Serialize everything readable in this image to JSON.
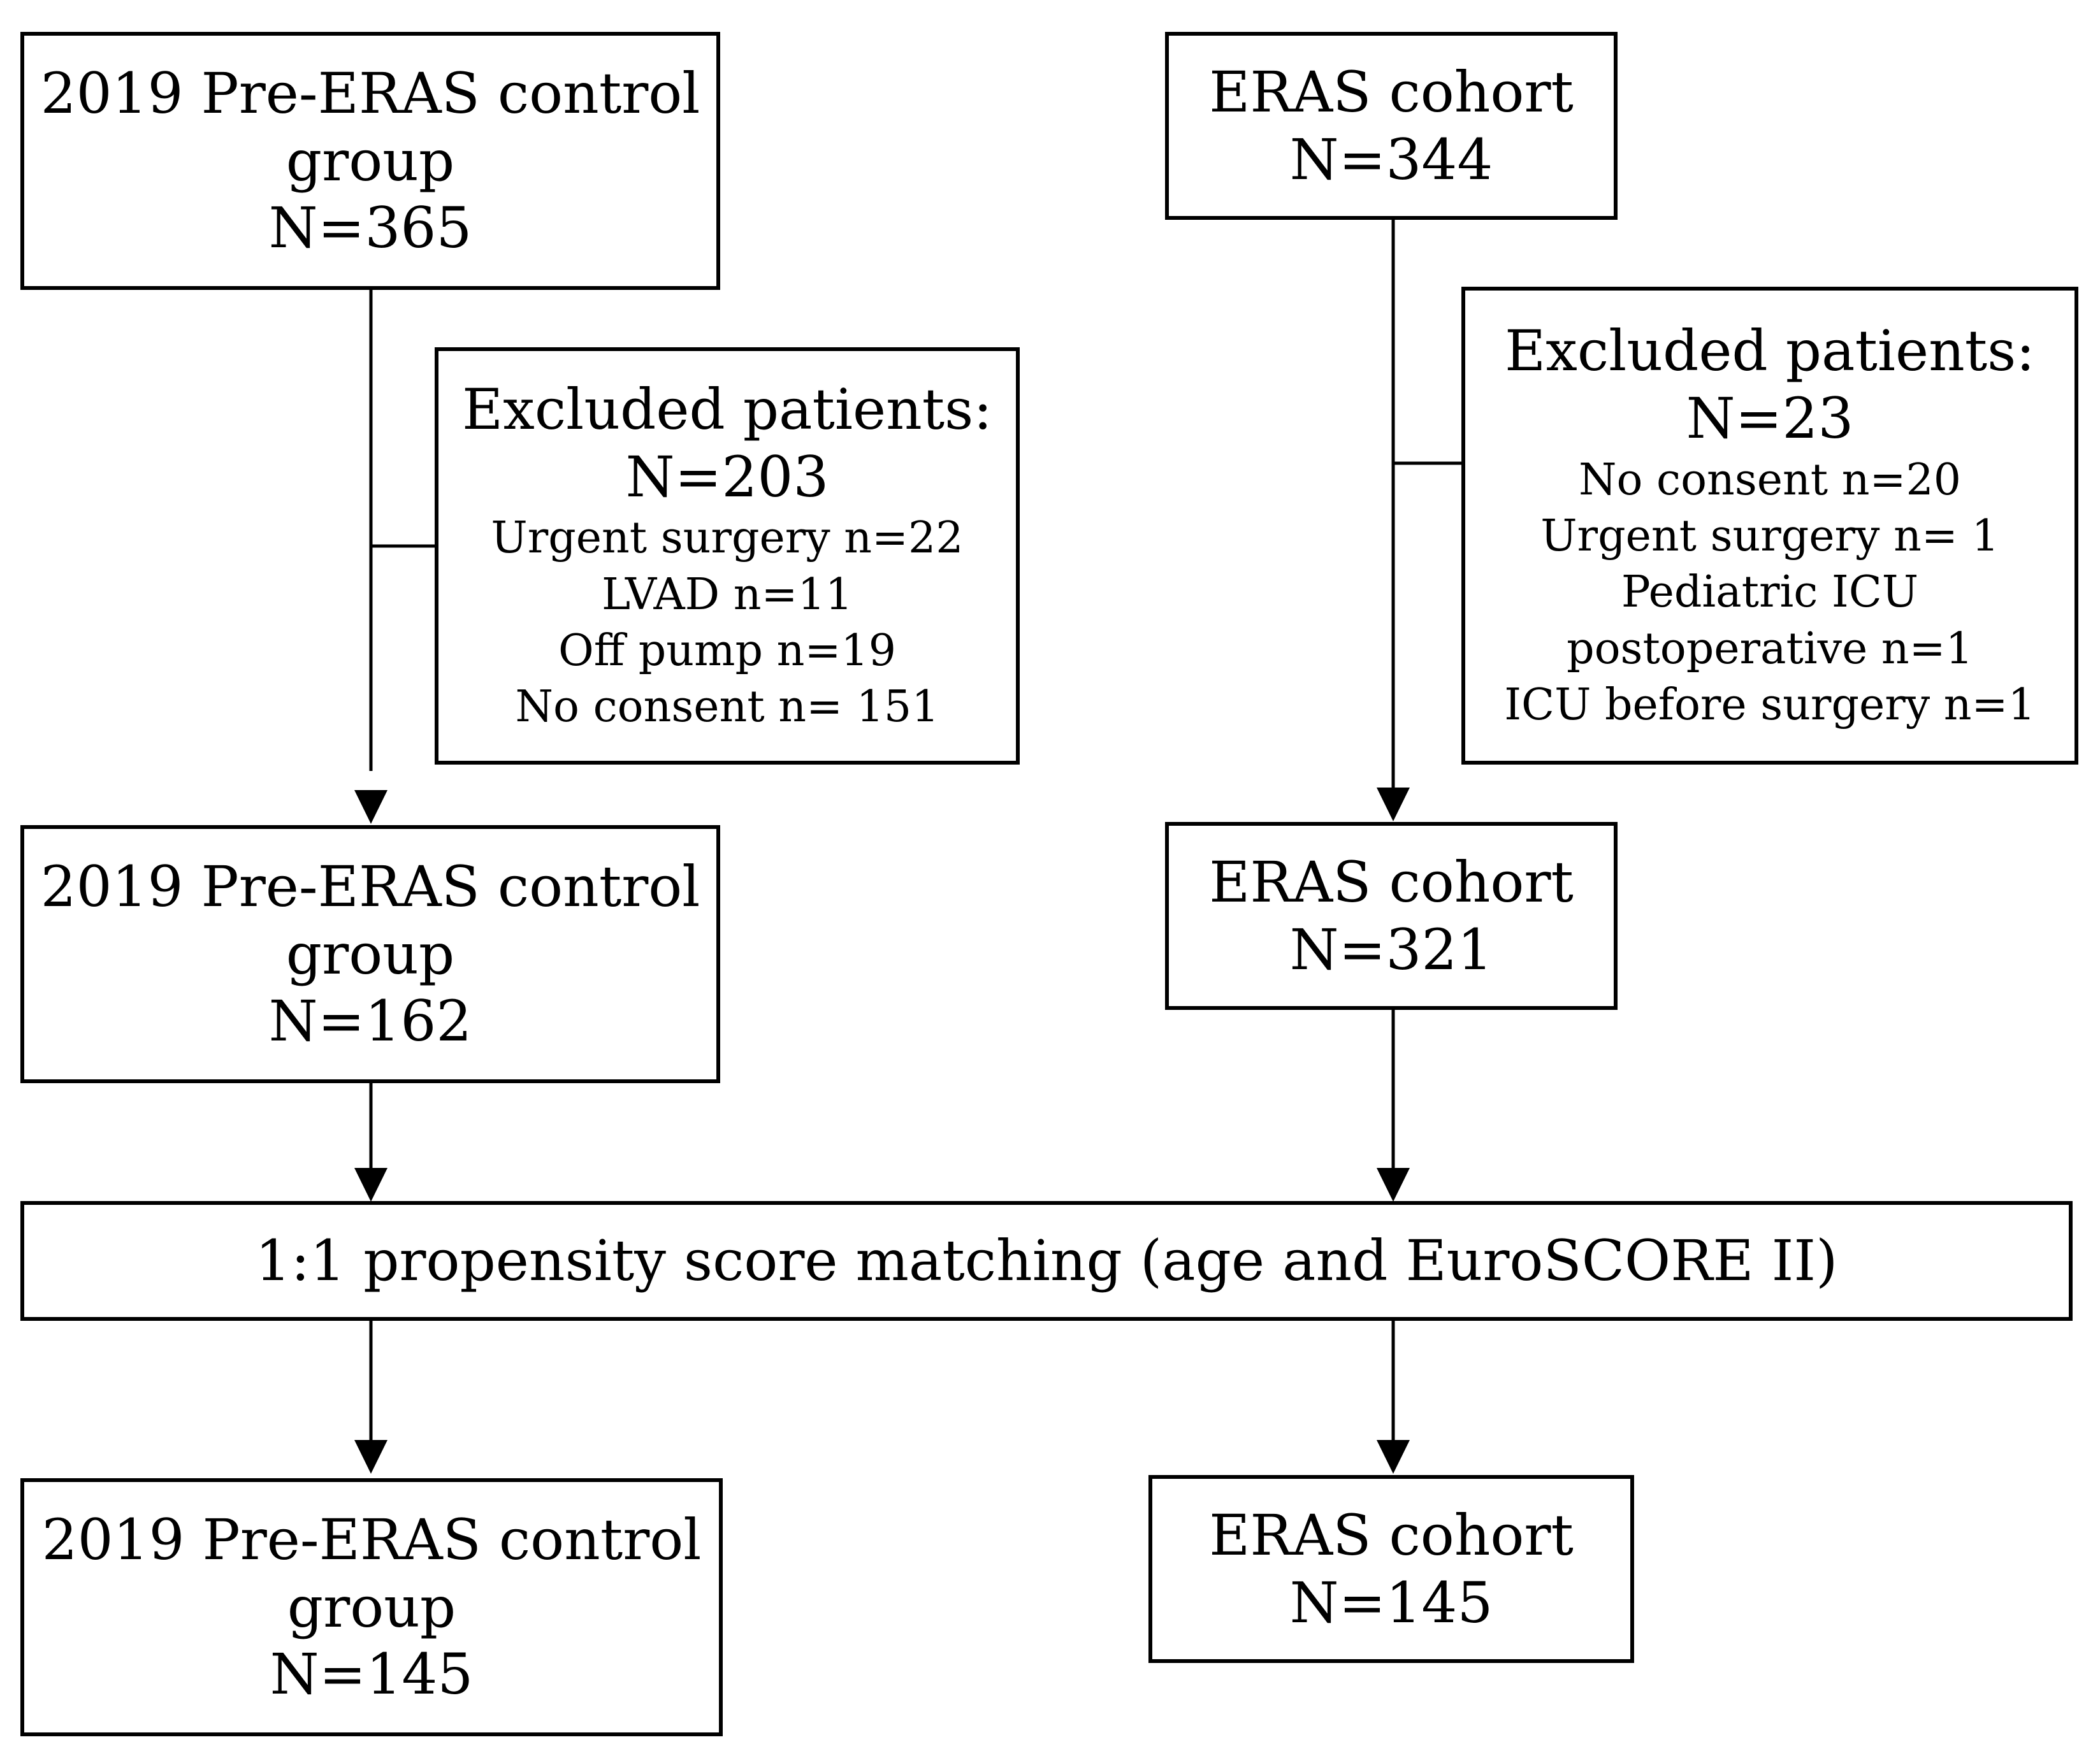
{
  "nodes": {
    "pre_initial": {
      "lines": [
        "2019 Pre-ERAS control",
        "group",
        "N=365"
      ]
    },
    "eras_initial": {
      "lines": [
        "ERAS cohort",
        "N=344"
      ]
    },
    "pre_excluded": {
      "title": [
        "Excluded patients:",
        "N=203"
      ],
      "items": [
        "Urgent surgery n=22",
        "LVAD n=11",
        "Off pump n=19",
        "No consent n= 151"
      ]
    },
    "eras_excluded": {
      "title": [
        "Excluded patients:",
        "N=23"
      ],
      "items": [
        "No consent n=20",
        "Urgent surgery n= 1",
        "Pediatric ICU",
        "postoperative n=1",
        "ICU before surgery n=1"
      ]
    },
    "pre_after": {
      "lines": [
        "2019 Pre-ERAS control",
        "group",
        "N=162"
      ]
    },
    "eras_after": {
      "lines": [
        "ERAS cohort",
        "N=321"
      ]
    },
    "matching": {
      "lines": [
        "1:1 propensity score matching (age and EuroSCORE II)"
      ]
    },
    "pre_final": {
      "lines": [
        "2019 Pre-ERAS control",
        "group",
        "N=145"
      ]
    },
    "eras_final": {
      "lines": [
        "ERAS cohort",
        "N=145"
      ]
    }
  },
  "edges": [
    {
      "from": "pre_initial",
      "to": "pre_after",
      "type": "arrow"
    },
    {
      "from": "pre_initial",
      "to": "pre_excluded",
      "type": "branch"
    },
    {
      "from": "eras_initial",
      "to": "eras_after",
      "type": "arrow"
    },
    {
      "from": "eras_initial",
      "to": "eras_excluded",
      "type": "branch"
    },
    {
      "from": "pre_after",
      "to": "matching",
      "type": "arrow"
    },
    {
      "from": "eras_after",
      "to": "matching",
      "type": "arrow"
    },
    {
      "from": "matching",
      "to": "pre_final",
      "type": "arrow"
    },
    {
      "from": "matching",
      "to": "eras_final",
      "type": "arrow"
    }
  ],
  "colors": {
    "stroke": "#000000",
    "background": "#ffffff"
  }
}
